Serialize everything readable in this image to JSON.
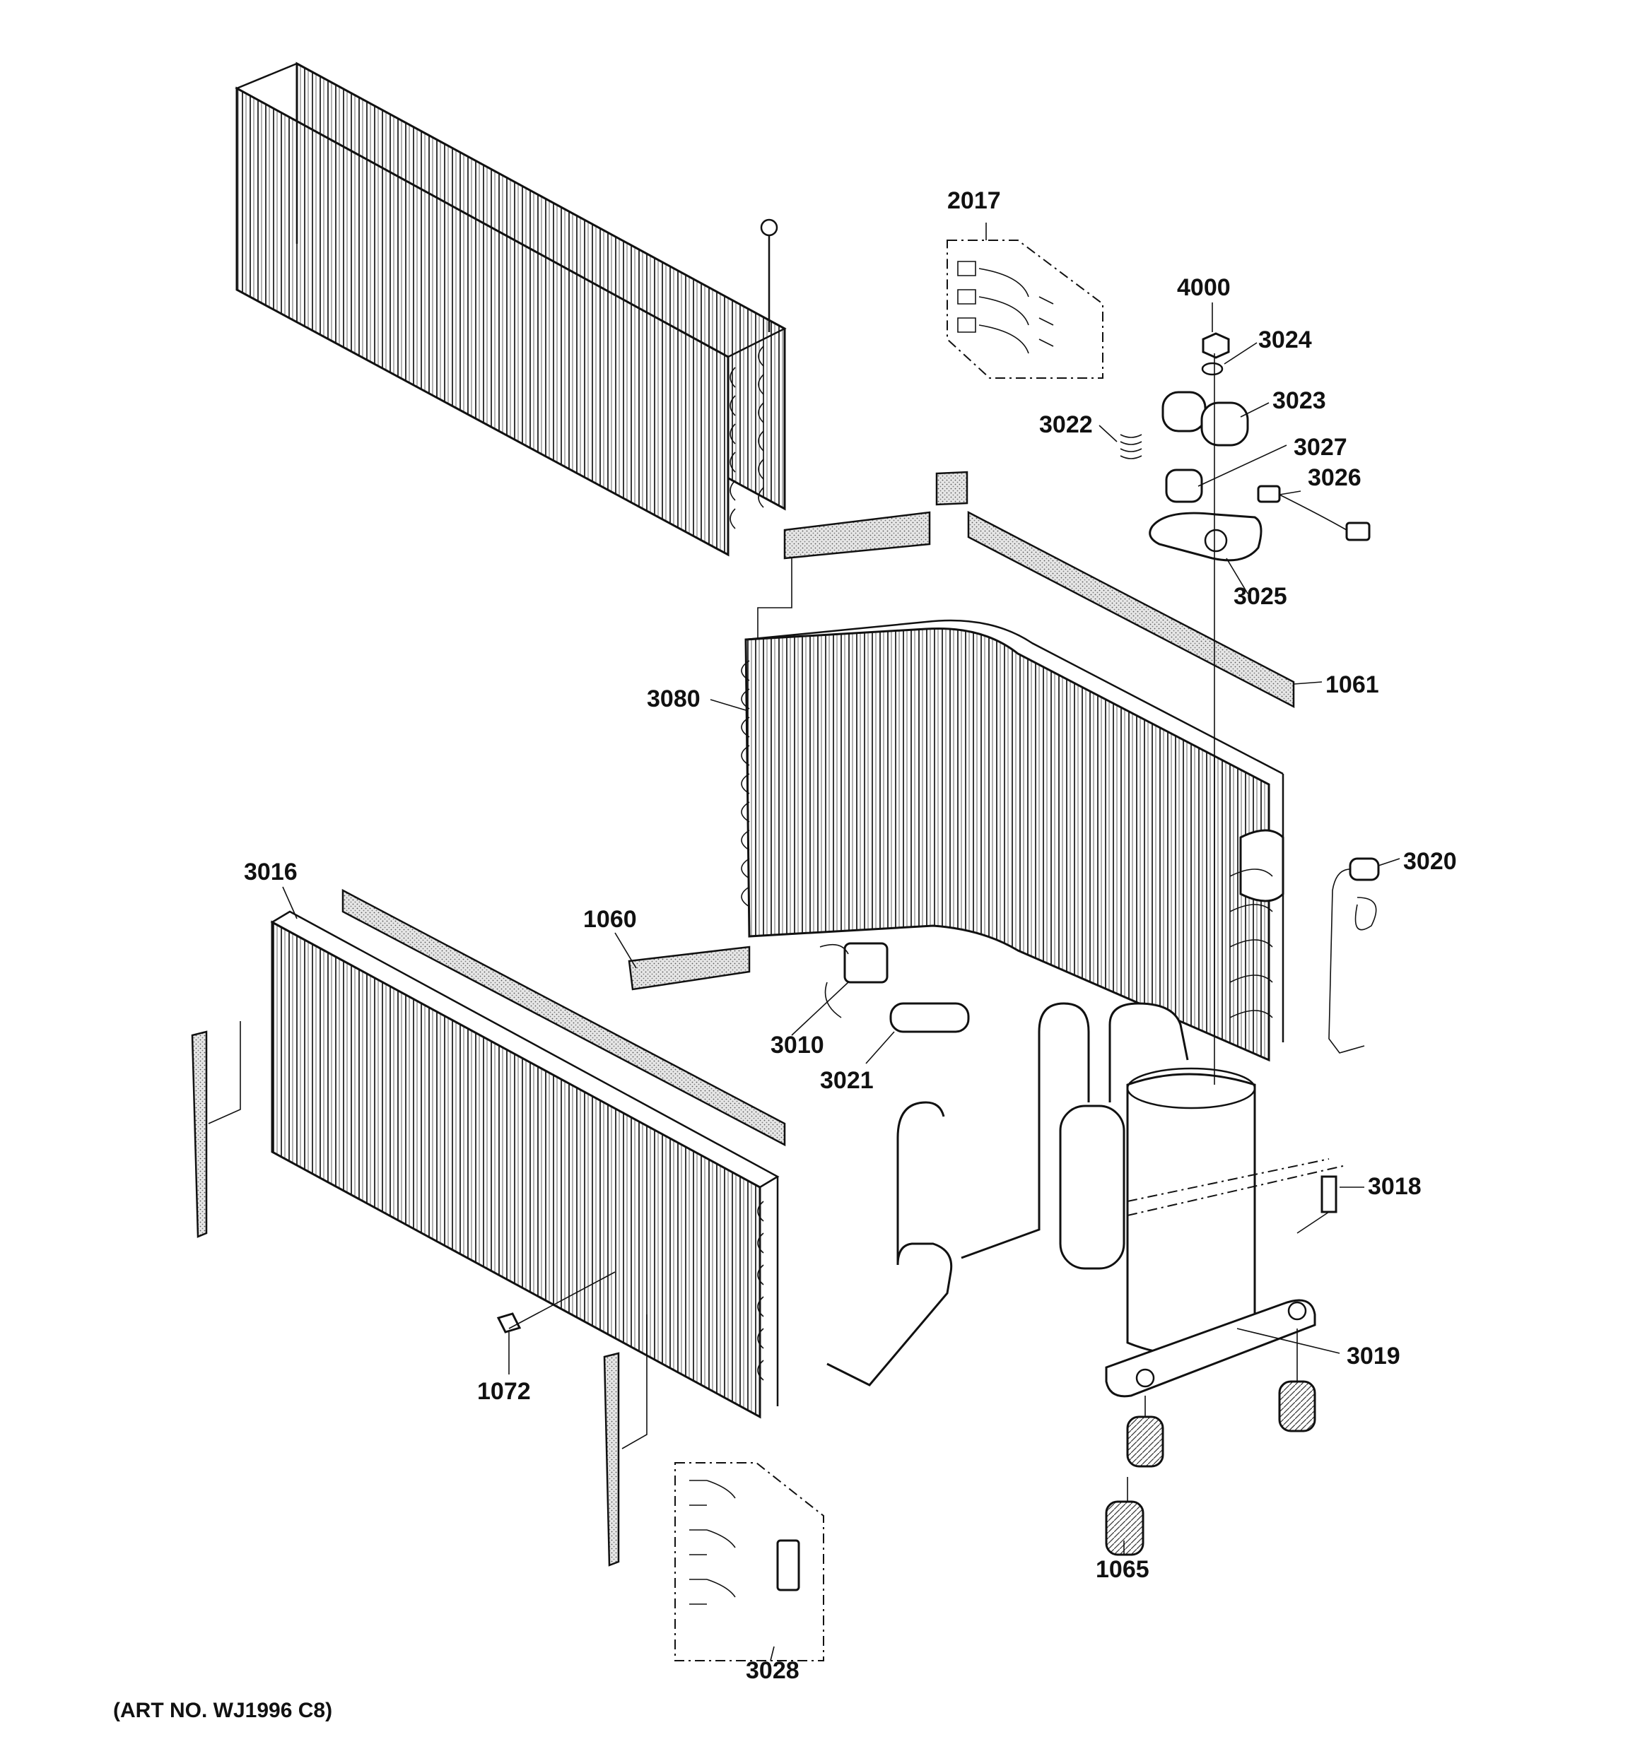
{
  "diagram": {
    "part_labels": [
      "2017",
      "4000",
      "3024",
      "3023",
      "3022",
      "3027",
      "3026",
      "3025",
      "1061",
      "3080",
      "3020",
      "3016",
      "1060",
      "3010",
      "3021",
      "3018",
      "3019",
      "1072",
      "1065",
      "3028"
    ],
    "art_number": "(ART NO. WJ1996 C8)"
  }
}
